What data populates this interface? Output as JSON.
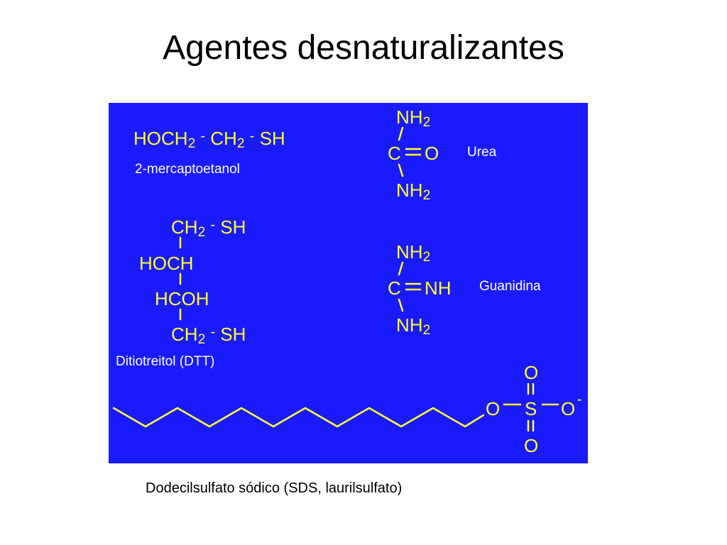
{
  "title": "Agentes desnaturalizantes",
  "mercaptoethanol": {
    "formula": [
      "HOCH",
      "2",
      "CH",
      "2",
      "SH"
    ],
    "label": "2-mercaptoetanol"
  },
  "urea": {
    "nh2_top": [
      "NH",
      "2"
    ],
    "c": "C",
    "o": "O",
    "nh2_bottom": [
      "NH",
      "2"
    ],
    "label": "Urea"
  },
  "dtt": {
    "row1": [
      "CH",
      "2",
      "SH"
    ],
    "row2": "HOCH",
    "row3": "HCOH",
    "row4": [
      "CH",
      "2",
      "SH"
    ],
    "label": "Ditiotreitol (DTT)"
  },
  "guanidine": {
    "nh2_top": [
      "NH",
      "2"
    ],
    "c": "C",
    "nh": "NH",
    "nh2_bottom": [
      "NH",
      "2"
    ],
    "label": "Guanidina"
  },
  "sds": {
    "o_top": "O",
    "o_left": "O",
    "s": "S",
    "o_right": "O",
    "charge": "-",
    "o_bottom": "O",
    "caption": "Dodecilsulfato sódico (SDS, laurilsulfato)"
  },
  "colors": {
    "panel": "#1a1aff",
    "formula": "#ffff33",
    "label": "#ffffff"
  }
}
